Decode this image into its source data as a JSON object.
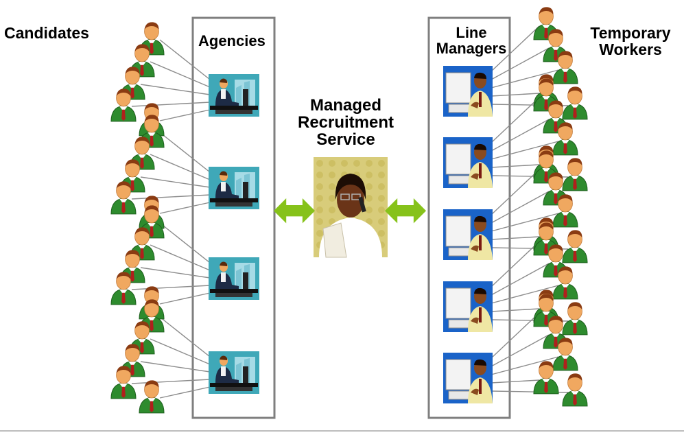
{
  "labels": {
    "candidates": "Candidates",
    "agencies": "Agencies",
    "line_managers_1": "Line",
    "line_managers_2": "Managers",
    "mrs_1": "Managed",
    "mrs_2": "Recruitment",
    "mrs_3": "Service",
    "temp_1": "Temporary",
    "temp_2": "Workers"
  },
  "colors": {
    "box_border": "#7f7f7f",
    "connector": "#8c8c8c",
    "arrow": "#86c21a",
    "person_shirt": "#2e8b2e",
    "person_skin": "#f0a860",
    "person_hair": "#8a3b12",
    "agency_bg": "#3fa8b8",
    "manager_bg": "#1a63c8",
    "mrs_bg": "#d8cc7a"
  },
  "icons": {
    "candidate": "person-icon",
    "temp_worker": "person-icon",
    "agency": "agent-at-desk-icon",
    "line_manager": "manager-at-computer-icon",
    "mrs": "recruiter-on-phone-icon"
  }
}
